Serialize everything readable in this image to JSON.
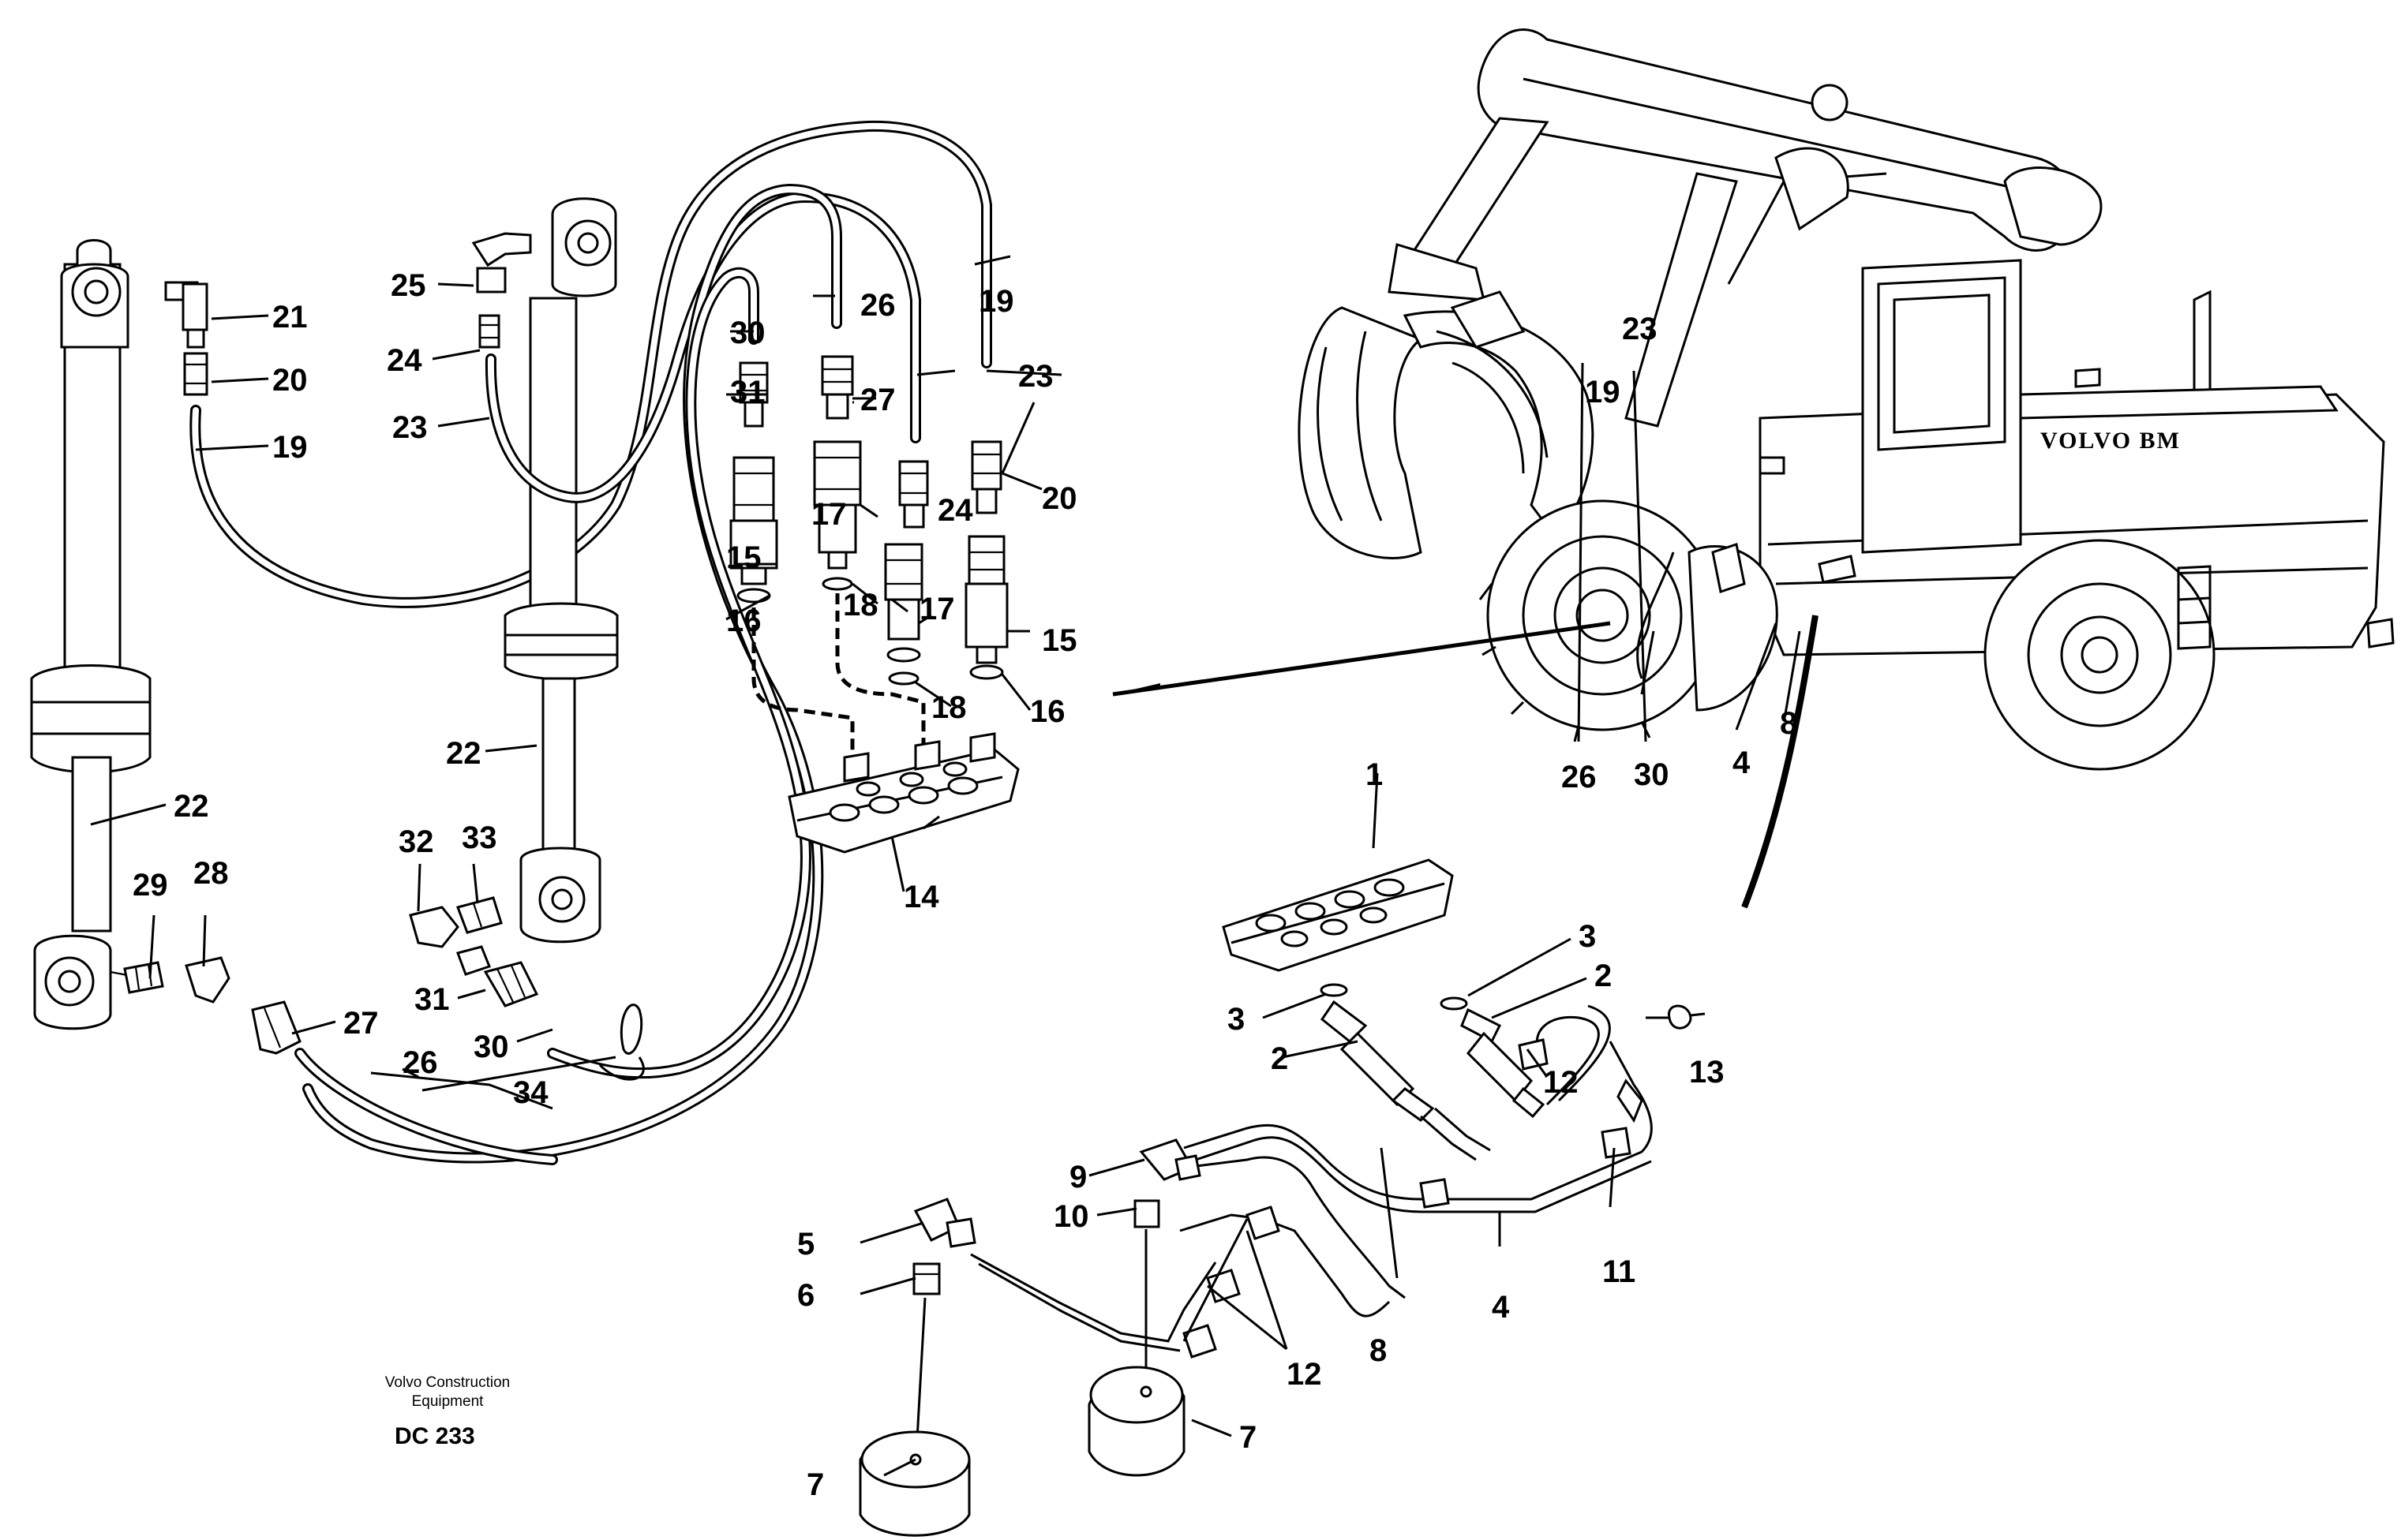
{
  "labels": {
    "l1": "1",
    "l2a": "2",
    "l2b": "2",
    "l3a": "3",
    "l3b": "3",
    "l4a": "4",
    "l4b": "4",
    "l5": "5",
    "l6": "6",
    "l7a": "7",
    "l7b": "7",
    "l8a": "8",
    "l8b": "8",
    "l9": "9",
    "l10": "10",
    "l11": "11",
    "l12a": "12",
    "l12b": "12",
    "l13": "13",
    "l14": "14",
    "l15a": "15",
    "l15b": "15",
    "l16a": "16",
    "l16b": "16",
    "l17a": "17",
    "l17b": "17",
    "l18a": "18",
    "l18b": "18",
    "l19a": "19",
    "l19b": "19",
    "l19c": "19",
    "l20a": "20",
    "l20b": "20",
    "l21": "21",
    "l22a": "22",
    "l22b": "22",
    "l23a": "23",
    "l23b": "23",
    "l23c": "23",
    "l24a": "24",
    "l24b": "24",
    "l25": "25",
    "l26a": "26",
    "l26b": "26",
    "l26c": "26",
    "l27a": "27",
    "l27b": "27",
    "l28": "28",
    "l29": "29",
    "l30a": "30",
    "l30b": "30",
    "l30c": "30",
    "l31a": "31",
    "l31b": "31",
    "l32": "32",
    "l33": "33",
    "l34": "34"
  },
  "footer": {
    "company_line1": "Volvo Construction",
    "company_line2": "Equipment",
    "drawing_code": "DC 233"
  },
  "machine": {
    "brand_text": "VOLVO BM"
  }
}
